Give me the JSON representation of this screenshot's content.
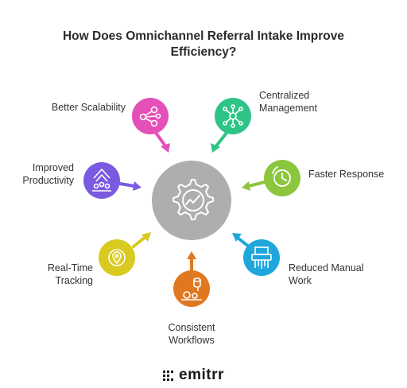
{
  "title_line1": "How Does Omnichannel Referral Intake Improve",
  "title_line2": "Efficiency?",
  "center_icon": "gear-chart-icon",
  "items": [
    {
      "lines": [
        "Better Scalability"
      ],
      "color": "#e44fb8",
      "icon": "share-nodes-icon"
    },
    {
      "lines": [
        "Centralized",
        "Management"
      ],
      "color": "#2ec488",
      "icon": "network-hub-icon"
    },
    {
      "lines": [
        "Faster Response"
      ],
      "color": "#8cc63f",
      "icon": "clock-icon"
    },
    {
      "lines": [
        "Reduced Manual",
        "Work"
      ],
      "color": "#1fa6dc",
      "icon": "shredder-icon"
    },
    {
      "lines": [
        "Consistent",
        "Workflows"
      ],
      "color": "#e0781f",
      "icon": "gears-data-icon"
    },
    {
      "lines": [
        "Real-Time",
        "Tracking"
      ],
      "color": "#d8ca1f",
      "icon": "location-tracking-icon"
    },
    {
      "lines": [
        "Improved",
        "Productivity"
      ],
      "color": "#7a5ae0",
      "icon": "team-growth-icon"
    }
  ],
  "brand": "emitrr"
}
